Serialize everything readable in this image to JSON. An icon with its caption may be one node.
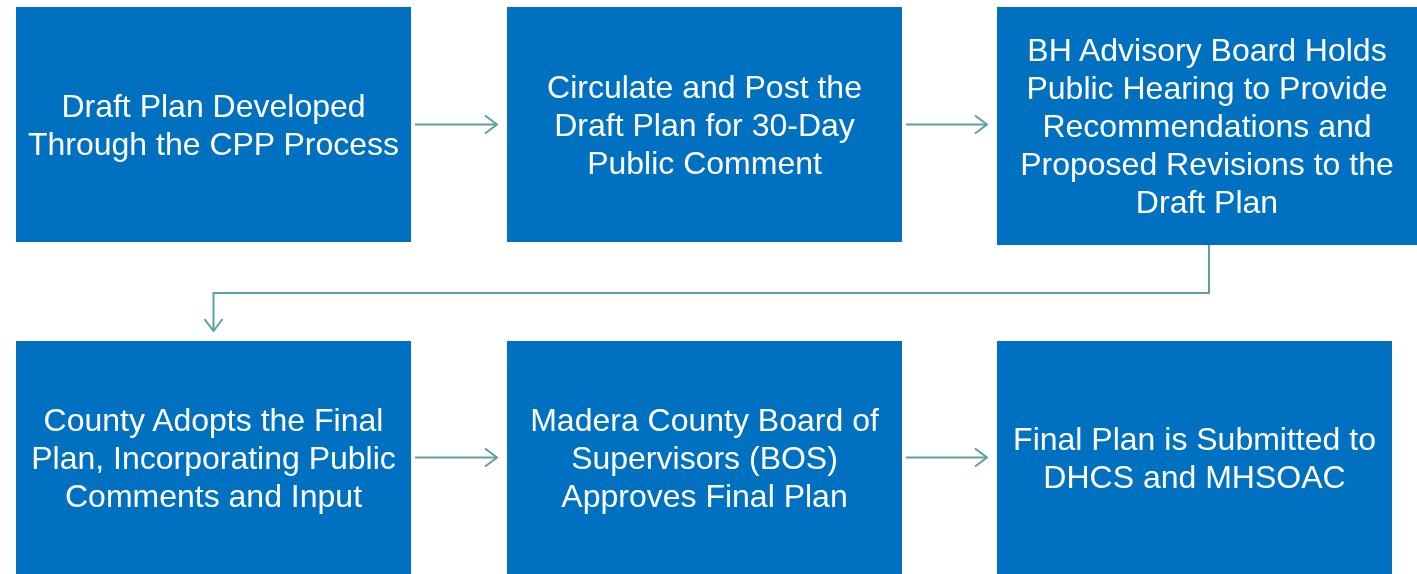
{
  "diagram": {
    "nodes": [
      {
        "text": [
          "Draft Plan Developed Through the CPP Process"
        ]
      },
      {
        "text": [
          "Circulate and Post the Draft Plan for 30-Day Public Comment"
        ]
      },
      {
        "text": [
          "BH Advisory Board Holds Public Hearing to Provide Recommendations and Proposed Revisions to the Draft Plan"
        ]
      },
      {
        "text": [
          "County Adopts the Final Plan, Incorporating Public Comments and Input"
        ]
      },
      {
        "text": [
          "Madera County Board of Supervisors (BOS) Approves Final Plan"
        ]
      },
      {
        "text": [
          "Final Plan is Submitted to DHCS and MHSOAC"
        ]
      }
    ],
    "edges": [
      {
        "from": 0,
        "to": 1,
        "arrow": "to"
      },
      {
        "from": 1,
        "to": 2,
        "arrow": "to"
      },
      {
        "from": 2,
        "to": 3,
        "arrow": "to"
      },
      {
        "from": 3,
        "to": 4,
        "arrow": "to"
      },
      {
        "from": 4,
        "to": 5,
        "arrow": "to"
      }
    ]
  }
}
